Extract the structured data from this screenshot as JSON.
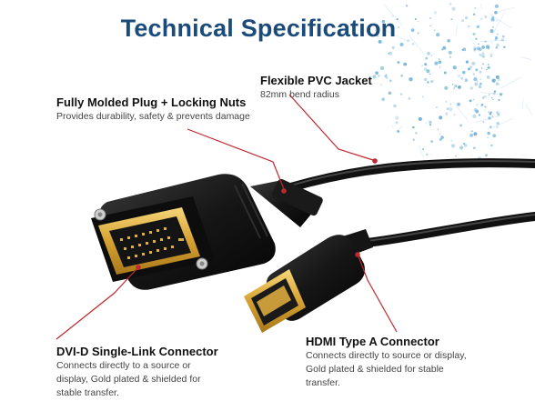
{
  "title": "Technical Specification",
  "callouts": {
    "molded": {
      "heading": "Fully Molded Plug + Locking Nuts",
      "desc": "Provides durability, safety & prevents damage"
    },
    "pvc": {
      "heading": "Flexible PVC Jacket",
      "desc": "82mm bend radius"
    },
    "dvi": {
      "heading": "DVI-D Single-Link Connector",
      "desc": "Connects directly to a source or display, Gold plated & shielded for stable transfer."
    },
    "hdmi": {
      "heading": "HDMI Type A Connector",
      "desc": "Connects directly to source or display, Gold plated & shielded for stable transfer."
    }
  },
  "colors": {
    "title": "#1b4b7a",
    "leader": "#c0282e",
    "gold": "#d9a93a",
    "dots": "#5aa5cf"
  }
}
